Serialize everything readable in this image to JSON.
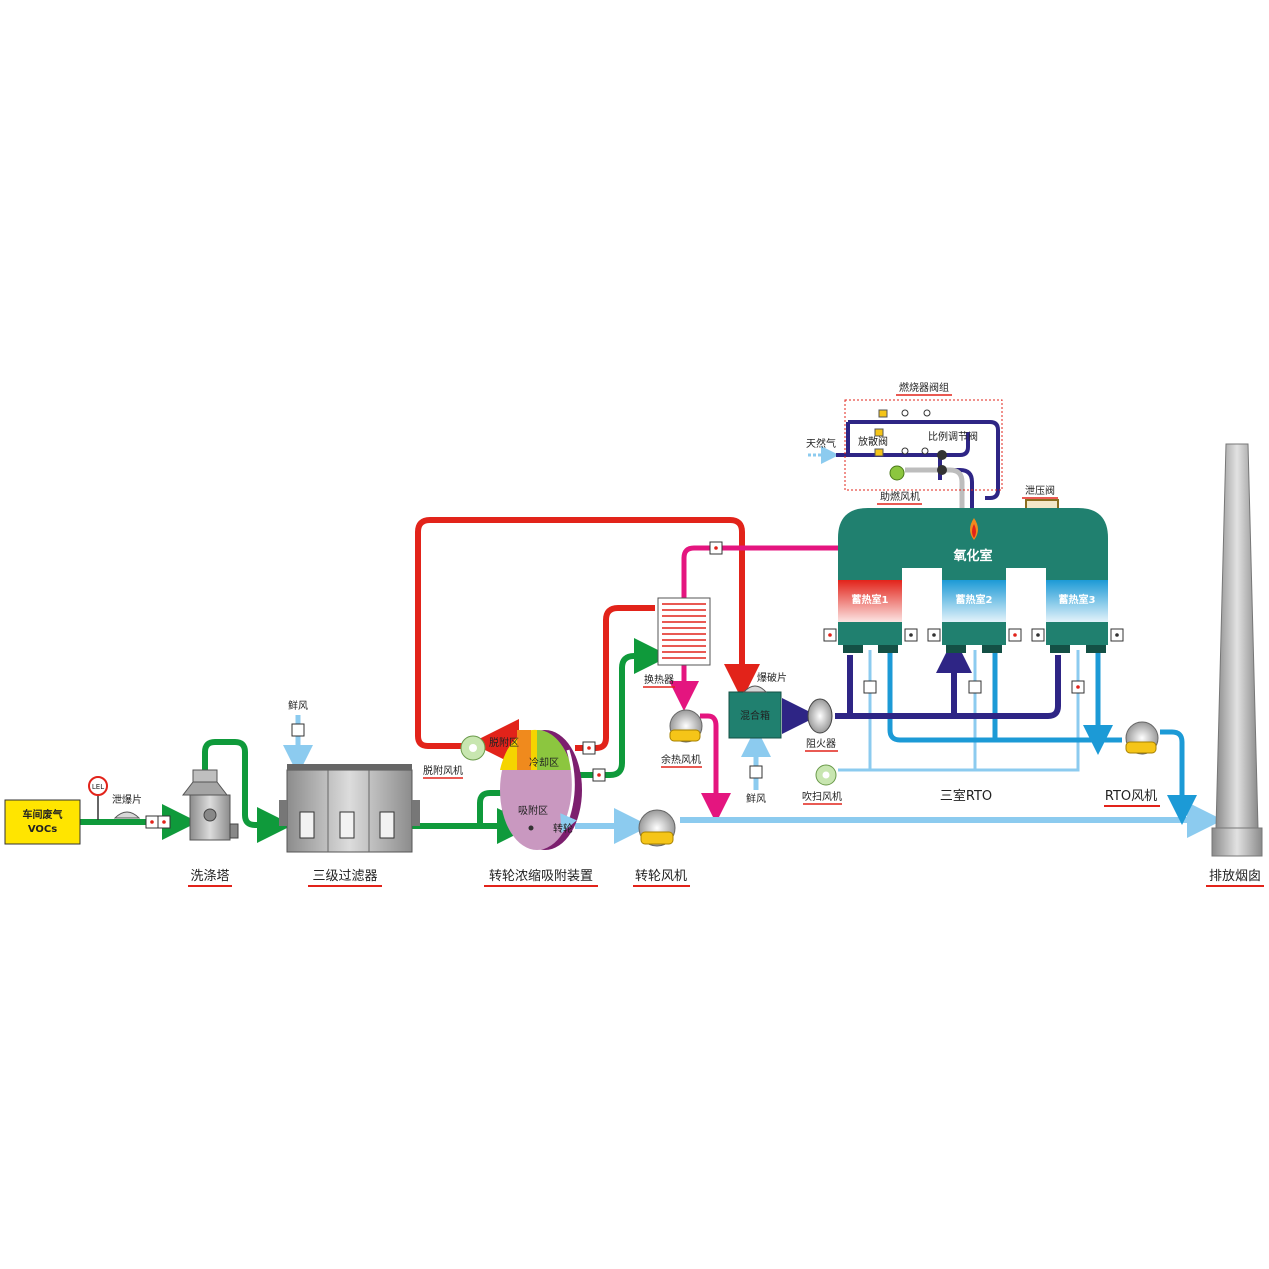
{
  "labels": {
    "source_line1": "车间废气",
    "source_line2": "VOCs",
    "lel": "LEL",
    "vent_1": "泄爆片",
    "scrubber": "洗涤塔",
    "fresh_air_1": "鲜风",
    "filter": "三级过滤器",
    "desorb_zone": "脱附区",
    "cool_zone": "冷却区",
    "adsorb_zone": "吸附区",
    "rotor": "转轮",
    "desorb_fan": "脱附风机",
    "rotor_device": "转轮浓缩吸附装置",
    "rotor_fan": "转轮风机",
    "heat_exchanger": "换热器",
    "waste_heat_fan": "余热风机",
    "burst_disc": "爆破片",
    "mix_box": "混合箱",
    "fresh_air_2": "鲜风",
    "flame_arrester": "阻火器",
    "purge_fan": "吹扫风机",
    "rto_3": "三室RTO",
    "rto_fan": "RTO风机",
    "stack": "排放烟囱",
    "oxidation": "氧化室",
    "chamber_1": "蓄热室1",
    "chamber_2": "蓄热室2",
    "chamber_3": "蓄热室3",
    "relief_valve": "泄压阀",
    "burner_valves": "燃烧器阀组",
    "natural_gas": "天然气",
    "bleed_valve": "放散阀",
    "ratio_valve": "比例调节阀",
    "combustion_fan": "助燃风机"
  },
  "colors": {
    "green_pipe": "#0f9a3b",
    "red_pipe": "#e2231a",
    "magenta_pipe": "#e4157f",
    "light_blue_pipe": "#8ccbef",
    "blue_pipe": "#1c9ad6",
    "navy_pipe": "#2e2585",
    "rto_body": "#20806f",
    "source_box": "#ffe500"
  },
  "icons": [
    "fan-icon",
    "valve-icon",
    "flame-icon",
    "gauge-icon"
  ]
}
